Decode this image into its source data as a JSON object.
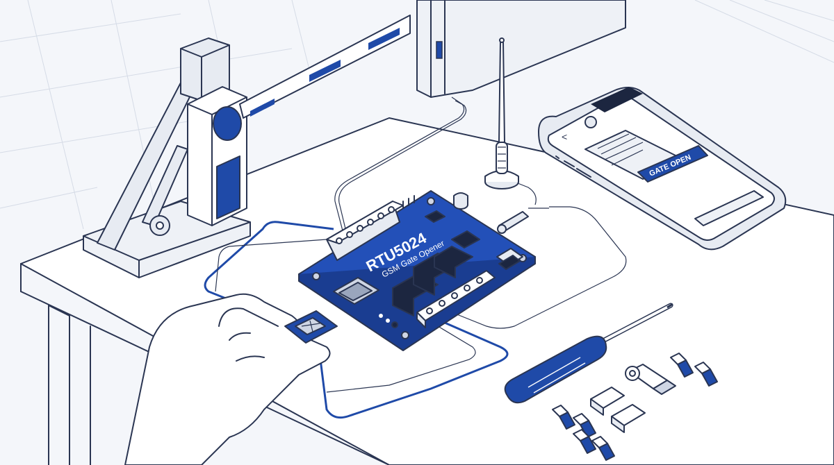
{
  "board": {
    "model": "RTU5024",
    "subtitle": "GSM Gate Opener"
  },
  "phone": {
    "reply_message": "GATE OPEN",
    "back_glyph": "<"
  },
  "colors": {
    "brand_blue": "#1f4aa8",
    "board_blue": "#2350b8",
    "outline": "#2a3552",
    "background": "#f4f6fa",
    "metal": "#e7ebf2"
  },
  "icons": [
    "antenna-icon",
    "sim-card-icon",
    "screwdriver-icon",
    "phone-icon",
    "barrier-gate-icon",
    "terminal-block-icon",
    "relay-icon"
  ]
}
